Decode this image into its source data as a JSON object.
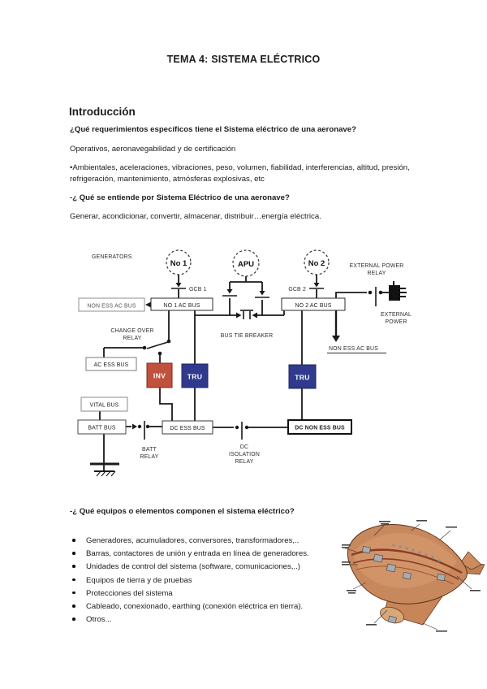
{
  "document": {
    "title": "TEMA 4: SISTEMA ELÉCTRICO",
    "intro": {
      "heading": "Introducción",
      "q1": "¿Qué requerimientos específicos tiene el Sistema eléctrico de una aeronave?",
      "a1": "Operativos, aeronavegabilidad y de certificación",
      "a1b": "•Ambientales, aceleraciones, vibraciones, peso, volumen, fiabilidad, interferencias, altitud, presión, refrigeración, mantenimiento, atmósferas explosivas, etc",
      "q2": "-¿ Qué se entiende por Sistema Eléctrico de una aeronave?",
      "a2": "Generar, acondicionar, convertir, almacenar, distribuir…energía eléctrica.",
      "q3": "-¿ Qué equipos o elementos componen el sistema eléctrico?",
      "bullets": [
        "Generadores, acumuladores, conversores, transformadores,..",
        "Barras, contactores de unión y entrada en línea de generadores.",
        "Unidades de control del sistema (software, comunicaciones,..)",
        "Equipos de tierra y de pruebas",
        "Protecciones del sistema",
        "Cableado, conexionado, earthing (conexión eléctrica en tierra).",
        "Otros..."
      ]
    }
  },
  "diagram": {
    "labels": {
      "generators": "GENERATORS",
      "gen1": "No 1",
      "apu": "APU",
      "gen2": "No 2",
      "gcb1": "GCB 1",
      "gcb2": "GCB 2",
      "non_ess_ac_bus_left": "NON ESS AC BUS",
      "no1_ac_bus": "NO 1 AC BUS",
      "no2_ac_bus": "NO 2 AC BUS",
      "external_power_relay_1": "EXTERNAL POWER",
      "external_power_relay_2": "RELAY",
      "external_power_1": "EXTERNAL",
      "external_power_2": "POWER",
      "change_over_relay_1": "CHANGE OVER",
      "change_over_relay_2": "RELAY",
      "bus_tie_breaker": "BUS TIE BREAKER",
      "non_ess_ac_bus_right": "NON ESS AC BUS",
      "ac_ess_bus": "AC ESS BUS",
      "inv": "INV",
      "tru1": "TRU",
      "tru2": "TRU",
      "vital_bus": "VITAL BUS",
      "batt_bus": "BATT BUS",
      "dc_ess_bus": "DC ESS BUS",
      "dc_non_ess_bus": "DC NON ESS BUS",
      "batt_relay_1": "BATT",
      "batt_relay_2": "RELAY",
      "dc_isolation_relay_1": "DC",
      "dc_isolation_relay_2": "ISOLATION",
      "dc_isolation_relay_3": "RELAY"
    },
    "colors": {
      "inv": "#c0513d",
      "tru": "#2f3a8e"
    }
  }
}
